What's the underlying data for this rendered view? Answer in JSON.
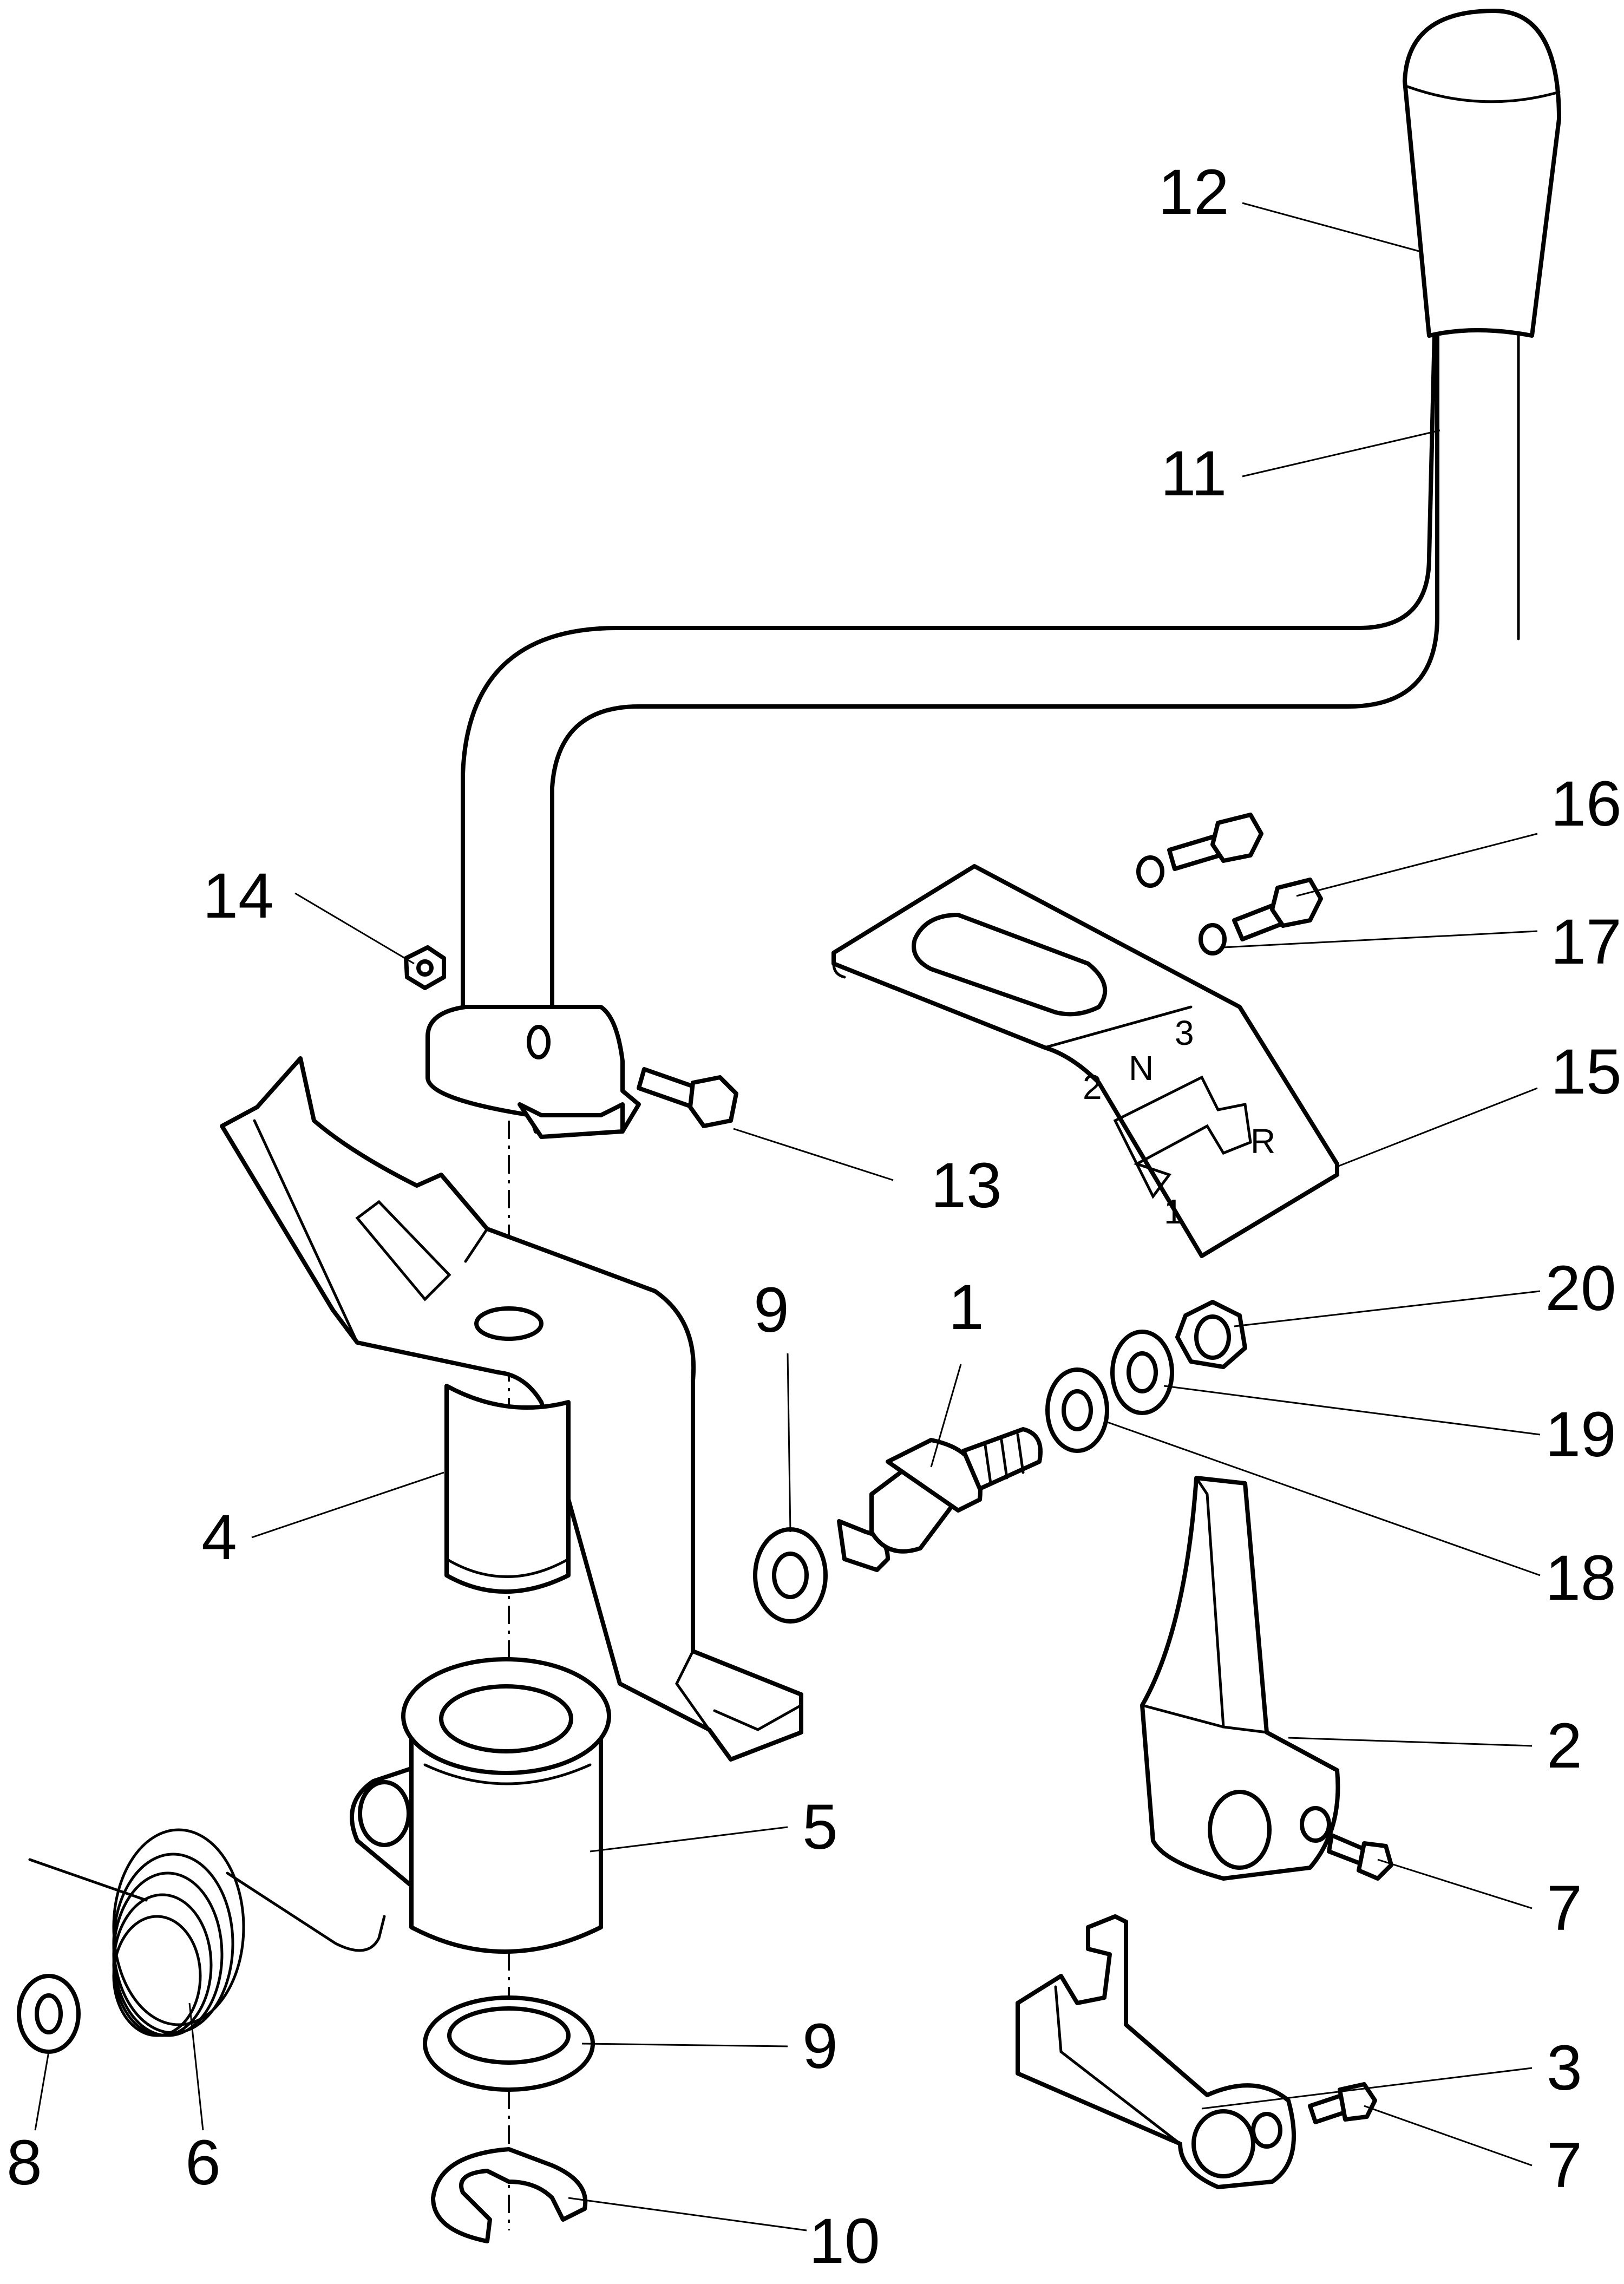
{
  "callouts": [
    "1",
    "2",
    "3",
    "4",
    "5",
    "6",
    "7",
    "7",
    "8",
    "9",
    "9",
    "10",
    "11",
    "12",
    "13",
    "14",
    "15",
    "16",
    "17",
    "18",
    "19",
    "20"
  ],
  "gate_markings": [
    "2",
    "N",
    "3",
    "R",
    "1"
  ],
  "colors": {
    "line": "#000000",
    "background": "#ffffff"
  }
}
